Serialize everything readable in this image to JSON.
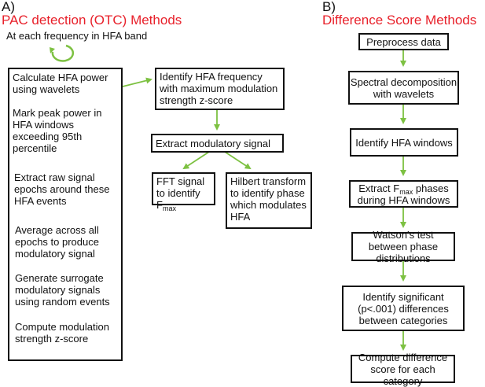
{
  "panel_a": {
    "letter": "A)",
    "title": "PAC detection (OTC) Methods",
    "subtitle": "At each frequency in HFA band",
    "steps": [
      "Calculate HFA power using wavelets",
      "Mark peak power in HFA windows exceeding 95th percentile",
      "Extract raw signal epochs around these HFA events",
      "Average across all epochs to produce modulatory signal",
      "Generate surrogate modulatory signals using random events",
      "Compute modulation strength z-score"
    ],
    "identify_box": "Identify HFA frequency with maximum modulation strength z-score",
    "extract_box": "Extract modulatory signal",
    "fft_box": {
      "text": "FFT signal to identify F",
      "sub": "max"
    },
    "hilbert_box": "Hilbert transform to identify phase which modulates HFA"
  },
  "panel_b": {
    "letter": "B)",
    "title": "Difference Score Methods",
    "steps": [
      "Preprocess data",
      "Spectral decomposition with wavelets",
      "Identify HFA windows",
      {
        "pre": "Extract F",
        "sub": "max",
        "post": " phases during HFA windows"
      },
      "Watson’s test between phase distributions",
      "Identify significant (p<.001) differences between categories",
      "Compute difference score for each category"
    ]
  },
  "colors": {
    "title_red": "#e8202a",
    "arrow_green": "#7dc142",
    "box_border": "#111111"
  }
}
